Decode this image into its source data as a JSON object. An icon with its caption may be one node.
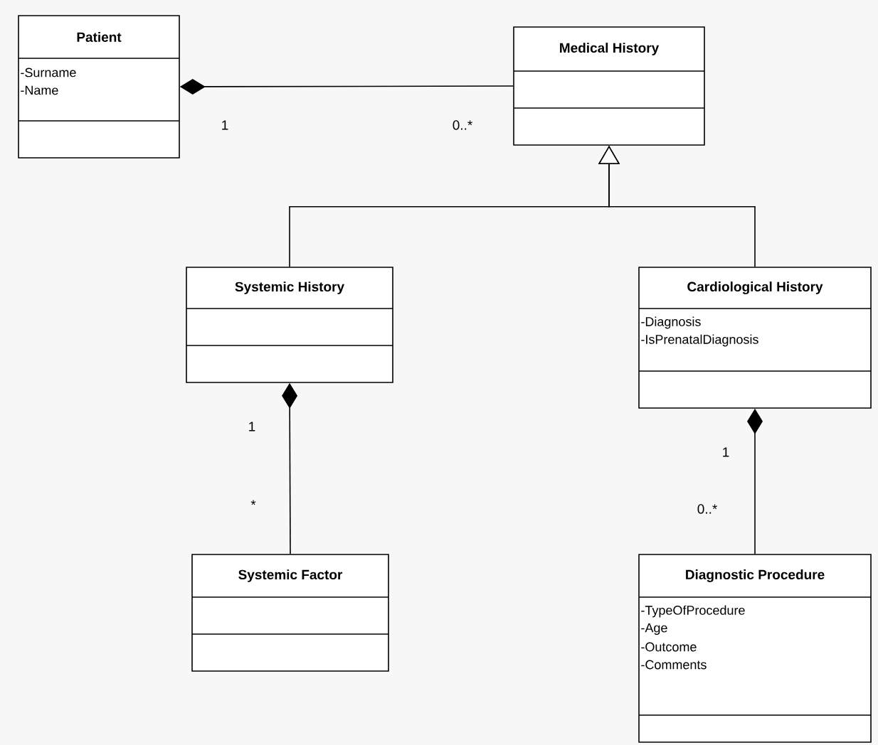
{
  "diagram": {
    "nodes": [
      {
        "text": [
          "Patient",
          "-Surname",
          "-Name"
        ]
      },
      {
        "text": [
          "Medical History"
        ]
      },
      {
        "text": [
          "Systemic History"
        ]
      },
      {
        "text": [
          "Cardiological History",
          "-Diagnosis",
          "-IsPrenatalDiagnosis"
        ]
      },
      {
        "text": [
          "Systemic Factor"
        ]
      },
      {
        "text": [
          "Diagnostic Procedure",
          "-TypeOfProcedure",
          "-Age",
          "-Outcome",
          "-Comments"
        ]
      }
    ],
    "edges": [
      {
        "from": 0,
        "to": 1,
        "arrow": "other"
      },
      {
        "from": 2,
        "to": 1,
        "arrow": "to"
      },
      {
        "from": 3,
        "to": 1,
        "arrow": "to"
      },
      {
        "from": 2,
        "to": 4,
        "arrow": "other"
      },
      {
        "from": 3,
        "to": 5,
        "arrow": "other"
      }
    ],
    "labels": [
      "1",
      "0..*",
      "1",
      "*",
      "1",
      "0..*"
    ]
  }
}
